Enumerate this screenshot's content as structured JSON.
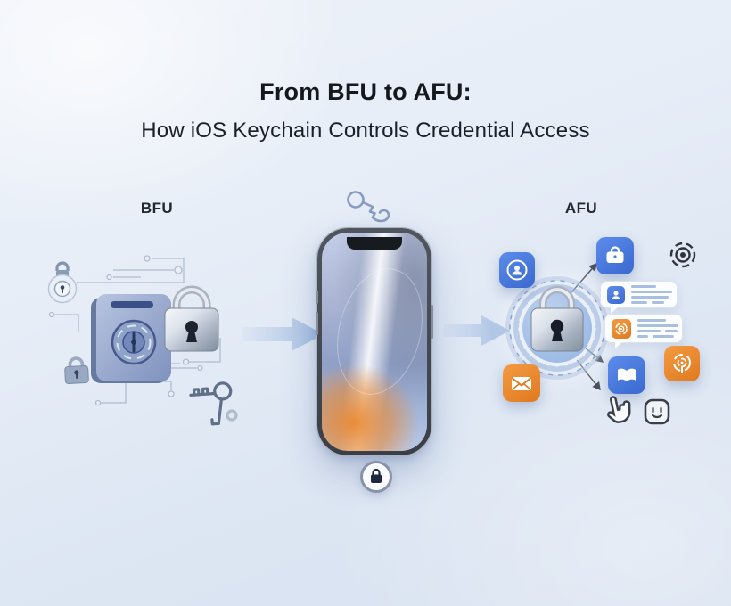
{
  "title": {
    "line1": "From BFU to AFU:",
    "line2": "How iOS Keychain Controls Credential Access"
  },
  "sections": {
    "bfu_label": "BFU",
    "afu_label": "AFU"
  },
  "icons": {
    "bfu": [
      "padlock-badge-icon",
      "circuit-traces",
      "secure-folder-dial-icon",
      "metal-padlock-icon",
      "small-padlock-icon",
      "key-icon",
      "ring-icon"
    ],
    "center": [
      "key-outline-icon",
      "smartphone-lockscreen",
      "lock-badge-icon"
    ],
    "afu": [
      "privacy-circle-app-icon",
      "briefcase-app-icon",
      "target-icon",
      "contact-message-bubble",
      "fingerprint-message-bubble",
      "keychain-padlock-icon",
      "mail-app-icon",
      "book-app-icon",
      "fingerprint-app-icon",
      "hand-pointer-icon",
      "face-id-icon"
    ],
    "flow": [
      "flow-arrow-left",
      "flow-arrow-right"
    ]
  },
  "colors": {
    "background_top": "#eef2f9",
    "background_bottom": "#d7e1f0",
    "app_blue": "#4a7de0",
    "app_orange": "#e8862f",
    "arrow_blue": "#9db8e0",
    "metal_gray": "#c3ccd9",
    "title_text": "#15181d"
  }
}
